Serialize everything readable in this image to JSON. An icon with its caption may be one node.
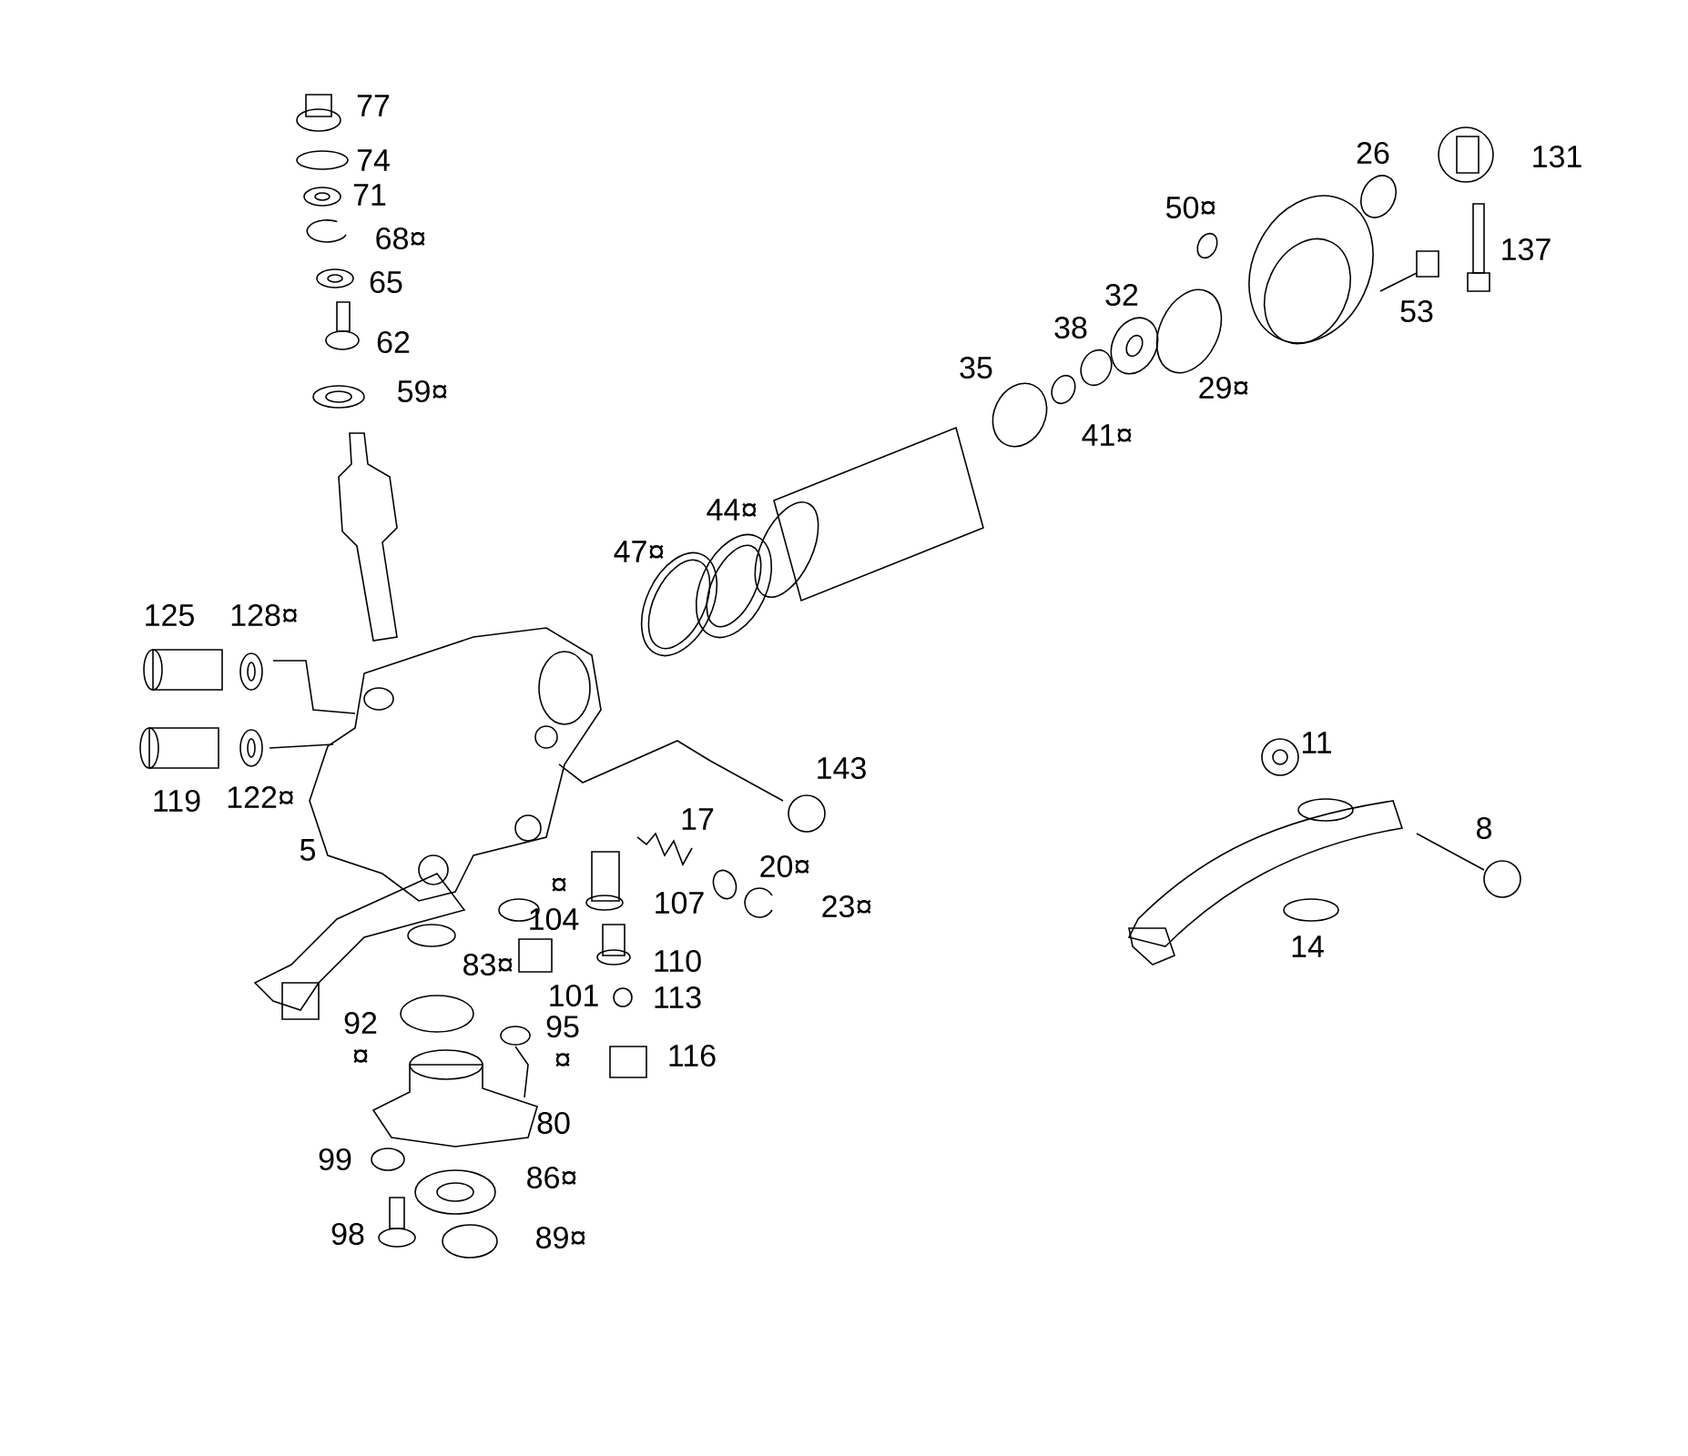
{
  "diagram": {
    "labels": [
      "77",
      "74",
      "71",
      "68¤",
      "65",
      "62",
      "59¤",
      "125",
      "128¤",
      "119",
      "122¤",
      "5",
      "47¤",
      "44¤",
      "35",
      "38",
      "41¤",
      "32",
      "29¤",
      "50¤",
      "26",
      "131",
      "137",
      "53",
      "143",
      "17",
      "20¤",
      "¤",
      "104",
      "107",
      "23¤",
      "83¤",
      "110",
      "101",
      "113",
      "92 ¤",
      "95 ¤",
      "116",
      "80",
      "99",
      "86¤",
      "98",
      "89¤",
      "11",
      "8",
      "14"
    ]
  }
}
